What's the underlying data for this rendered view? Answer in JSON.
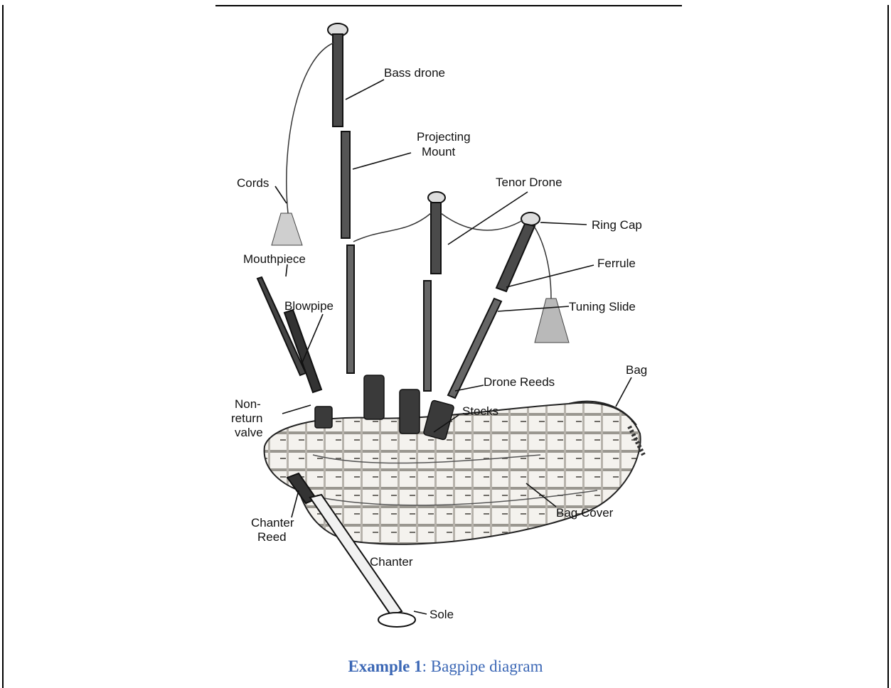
{
  "labels": {
    "bass_drone": "Bass drone",
    "projecting_mount_1": "Projecting",
    "projecting_mount_2": "Mount",
    "cords": "Cords",
    "tenor_drone": "Tenor Drone",
    "ring_cap": "Ring Cap",
    "mouthpiece": "Mouthpiece",
    "ferrule": "Ferrule",
    "blowpipe": "Blowpipe",
    "tuning_slide": "Tuning Slide",
    "bag": "Bag",
    "drone_reeds": "Drone Reeds",
    "non_return_1": "Non-",
    "non_return_2": "return",
    "non_return_3": "valve",
    "stocks": "Stocks",
    "bag_cover": "Bag Cover",
    "chanter_reed_1": "Chanter",
    "chanter_reed_2": "Reed",
    "chanter": "Chanter",
    "sole": "Sole"
  },
  "caption": {
    "bold": "Example 1",
    "text": ": Bagpipe diagram",
    "color": "#3b67b5"
  }
}
